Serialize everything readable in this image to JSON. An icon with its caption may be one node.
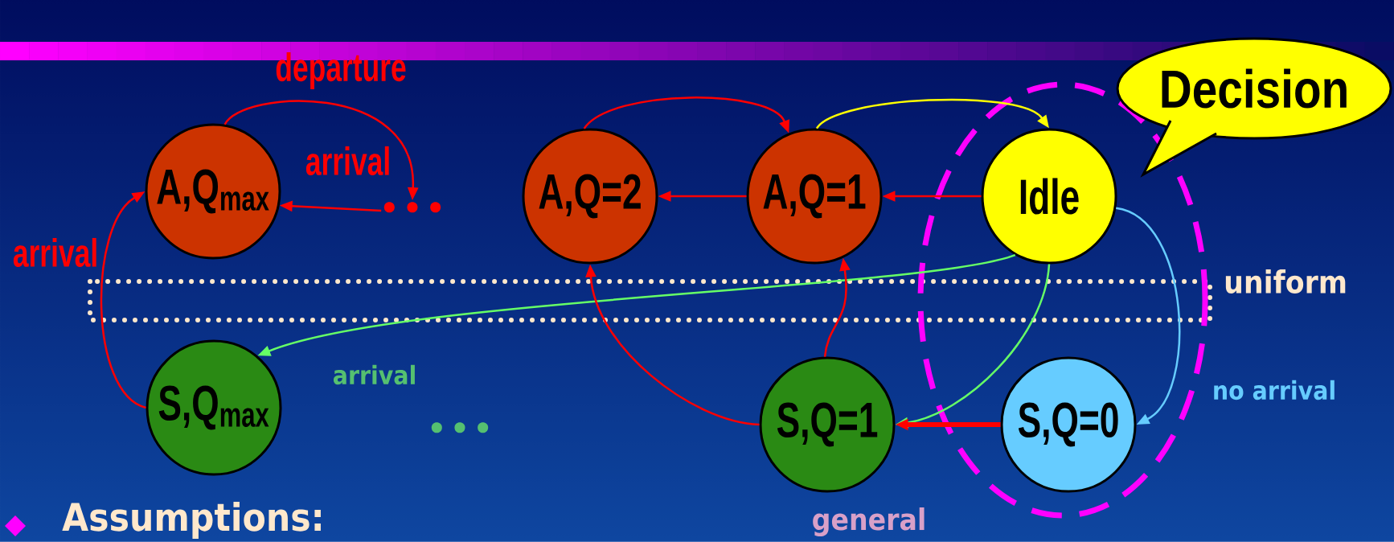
{
  "diagram": {
    "nodes": [
      {
        "text": [
          "A,Q$_{max}$"
        ]
      },
      {
        "text": [
          "• • •"
        ]
      },
      {
        "text": [
          "A,Q=2"
        ]
      },
      {
        "text": [
          "A,Q=1"
        ]
      },
      {
        "text": [
          "Idle"
        ]
      },
      {
        "text": [
          "S,Q$_{max}$"
        ]
      },
      {
        "text": [
          "S,Q=1"
        ]
      },
      {
        "text": [
          "S,Q=0"
        ]
      },
      {
        "text": [
          "Decision"
        ]
      }
    ],
    "edges": [
      {
        "from": 0,
        "to": 1,
        "arrow": "to",
        "label": "departure"
      },
      {
        "from": 1,
        "to": 0,
        "arrow": "to",
        "label": "arrival"
      },
      {
        "from": 2,
        "to": 3,
        "arrow": "to"
      },
      {
        "from": 3,
        "to": 2,
        "arrow": "to"
      },
      {
        "from": 3,
        "to": 4,
        "arrow": "to",
        "color": "#ffff00"
      },
      {
        "from": 4,
        "to": 3,
        "arrow": "to"
      },
      {
        "from": 4,
        "to": 5,
        "arrow": "to",
        "color": "#66ff66",
        "label": "arrival"
      },
      {
        "from": 4,
        "to": 6,
        "arrow": "to",
        "color": "#66ff66"
      },
      {
        "from": 4,
        "to": 7,
        "arrow": "to",
        "color": "#66ccff",
        "label": "no arrival"
      },
      {
        "from": 7,
        "to": 6,
        "arrow": "to",
        "style": "thick"
      },
      {
        "from": 6,
        "to": 2,
        "arrow": "to"
      },
      {
        "from": 6,
        "to": 3,
        "arrow": "to"
      },
      {
        "from": 5,
        "to": 0,
        "arrow": "to",
        "label": "arrival"
      }
    ],
    "labels": [
      "uniform",
      "general",
      "• • •",
      "Assumptions:"
    ]
  }
}
